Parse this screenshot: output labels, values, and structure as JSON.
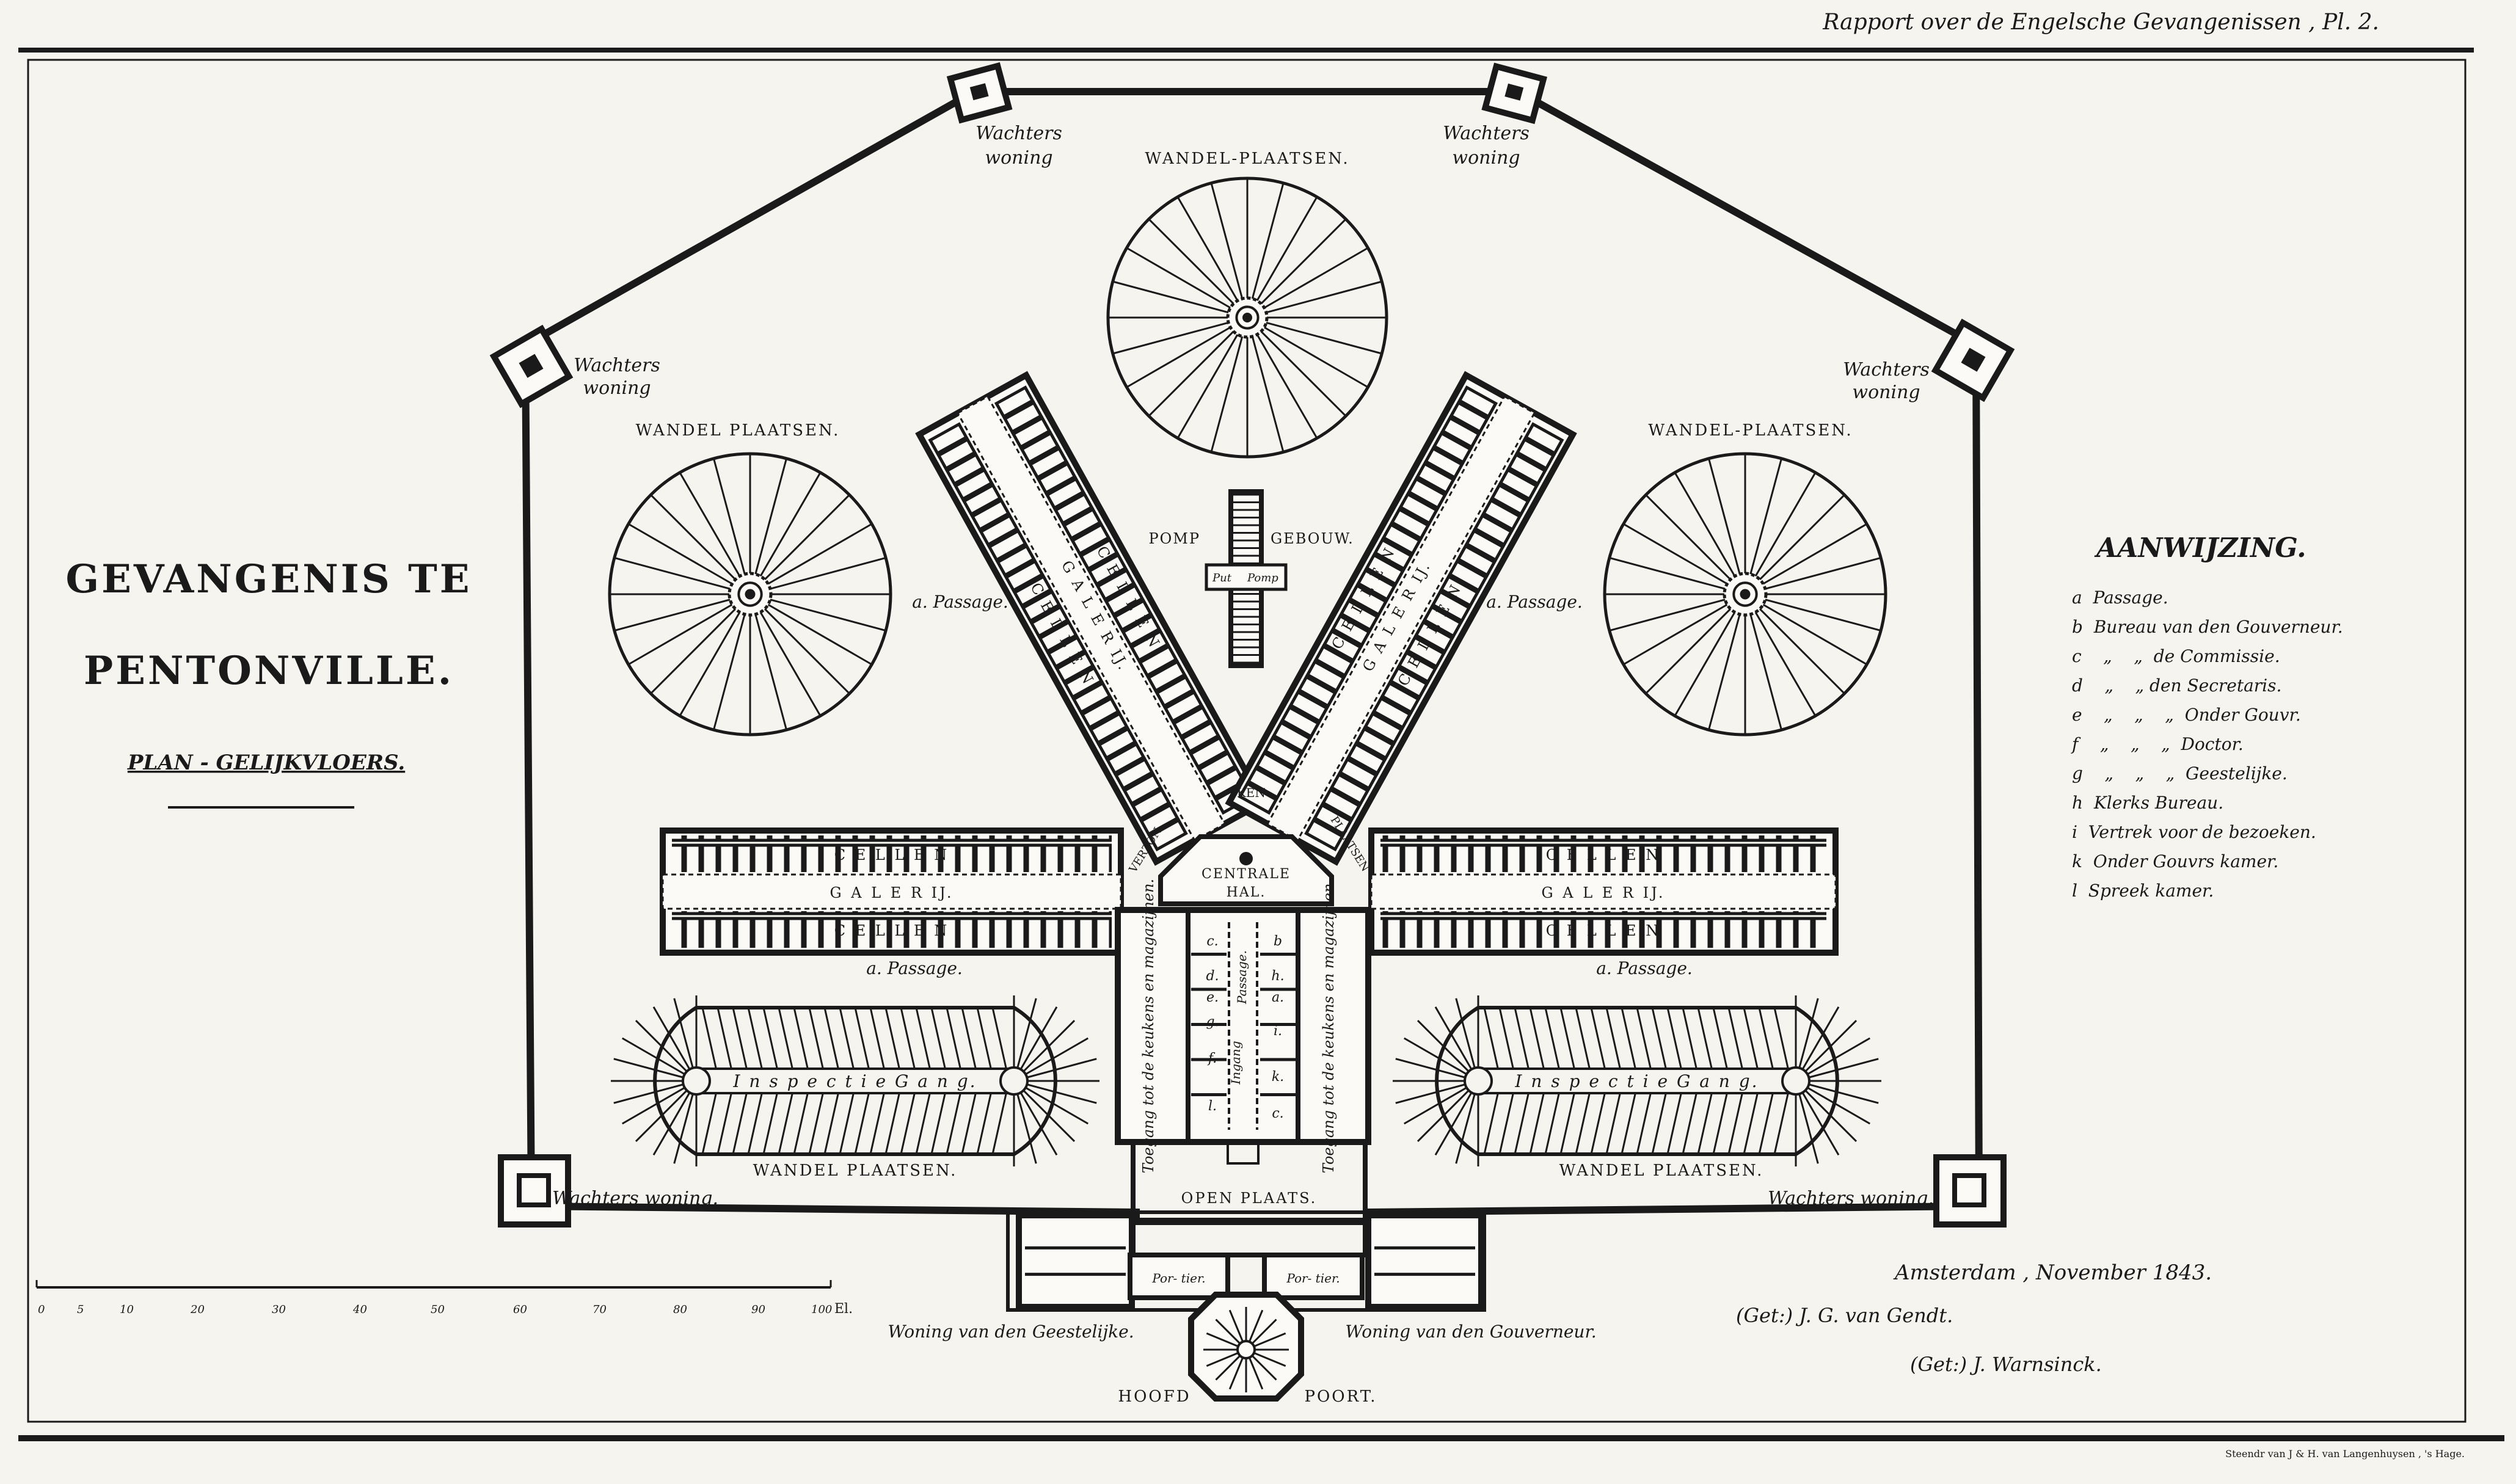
{
  "header": {
    "report": "Rapport over de Engelsche Gevangenissen , Pl. 2."
  },
  "title": {
    "line1": "GEVANGENIS TE",
    "line2": "PENTONVILLE.",
    "subtitle": "PLAN - GELIJKVLOERS."
  },
  "scale": {
    "ticks": [
      "0",
      "5",
      "10",
      "20",
      "30",
      "40",
      "50",
      "60",
      "70",
      "80",
      "90",
      "100"
    ],
    "unit": "El."
  },
  "labels": {
    "wachters": "Wachters",
    "woning": "woning",
    "wachters_woning": "Wachters woning.",
    "wandel_plaatsen": "WANDEL PLAATSEN.",
    "wandel_plaatsen_top": "WANDEL-PLAATSEN.",
    "wandel_plaatsen_right": "WANDEL-PLAATSEN.",
    "passage": "a. Passage.",
    "pomp": "POMP",
    "gebouw": "GEBOUW.",
    "put": "Put",
    "pomp_small": "Pomp",
    "ken": "-KEN",
    "verzon": "VERZON",
    "plaatsen_diag": "PLAATSEN",
    "centrale": "CENTRALE",
    "hal": "HAL.",
    "cellen": "C E L L E N",
    "galerij": "G A L E R IJ.",
    "inspectie": "I n s p e c t i e   G a n g.",
    "toegang_left": "Toegang tot de keukens en magazijnen.",
    "toegang_right": "Toegang tot de keukens en magazijnen.",
    "ingang": "Ingang",
    "passage_central": "Passage.",
    "open_plaats": "OPEN PLAATS.",
    "portier": "Por- tier.",
    "woning_geestelijke": "Woning van den Geestelijke.",
    "woning_gouverneur": "Woning van den Gouverneur.",
    "hoofd": "HOOFD",
    "poort": "POORT.",
    "room_letters": [
      "c.",
      "b",
      "d.",
      "h.",
      "e.",
      "a.",
      "g.",
      "i.",
      "f.",
      "k.",
      "l.",
      "c."
    ]
  },
  "legend": {
    "title": "AANWIJZING.",
    "items": [
      "a  Passage.",
      "b  Bureau van den Gouverneur.",
      "c    „    „  de Commissie.",
      "d    „    „ den Secretaris.",
      "e    „    „    „  Onder Gouvr.",
      "f    „    „    „  Doctor.",
      "g    „    „    „  Geestelijke.",
      "h  Klerks Bureau.",
      "i  Vertrek voor de bezoeken.",
      "k  Onder Gouvrs kamer.",
      "l  Spreek kamer."
    ]
  },
  "signatures": {
    "place_date": "Amsterdam , November 1843.",
    "sig1": "(Get:) J. G. van Gendt.",
    "sig2": "(Get:) J. Warnsinck."
  },
  "printer": "Steendr van J & H. van Langenhuysen , 's Hage."
}
